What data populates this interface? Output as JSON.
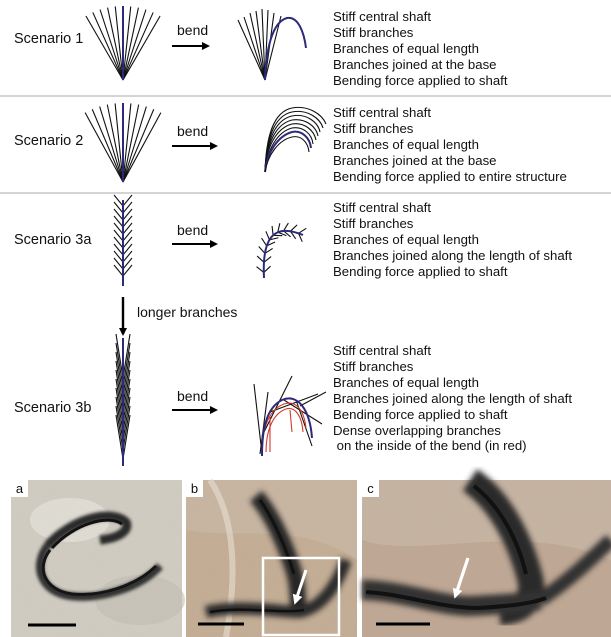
{
  "colors": {
    "shaft": "#2c2a7a",
    "branch": "#111111",
    "overlap": "#d23a2a",
    "divider": "#aaaaaa",
    "frame": "#ffffff"
  },
  "scenarios": [
    {
      "label": "Scenario 1",
      "action": "bend",
      "properties": [
        "Stiff central shaft",
        "Stiff branches",
        "Branches of equal length",
        "Branches joined at the base",
        "Bending force applied to shaft"
      ]
    },
    {
      "label": "Scenario 2",
      "action": "bend",
      "properties": [
        "Stiff central shaft",
        "Stiff branches",
        "Branches of equal length",
        "Branches joined at the base",
        "Bending force applied to entire structure"
      ]
    },
    {
      "label": "Scenario 3a",
      "action": "bend",
      "properties": [
        "Stiff central shaft",
        "Stiff branches",
        "Branches of equal length",
        "Branches joined along the length of shaft",
        "Bending force applied to shaft"
      ]
    },
    {
      "label": "Scenario 3b",
      "action": "bend",
      "properties": [
        "Stiff central shaft",
        "Stiff branches",
        "Branches of equal length",
        "Branches joined along the length of shaft",
        "Bending force applied to shaft",
        "Dense overlapping branches",
        " on the inside of the bend (in red)"
      ]
    }
  ],
  "transition_label": "longer branches",
  "photos": [
    {
      "tag": "a",
      "icon": "fossil-photo"
    },
    {
      "tag": "b",
      "icon": "fossil-photo"
    },
    {
      "tag": "c",
      "icon": "fossil-photo"
    }
  ]
}
